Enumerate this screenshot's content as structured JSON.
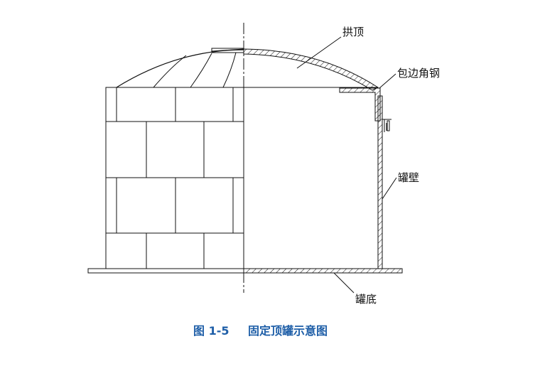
{
  "labels": {
    "roof": "拱顶",
    "angle_steel": "包边角钢",
    "wall": "罐壁",
    "bottom": "罐底"
  },
  "caption": {
    "number": "图 1-5",
    "title": "固定顶罐示意图"
  },
  "colors": {
    "line": "#111111",
    "caption": "#1f5fa8"
  }
}
